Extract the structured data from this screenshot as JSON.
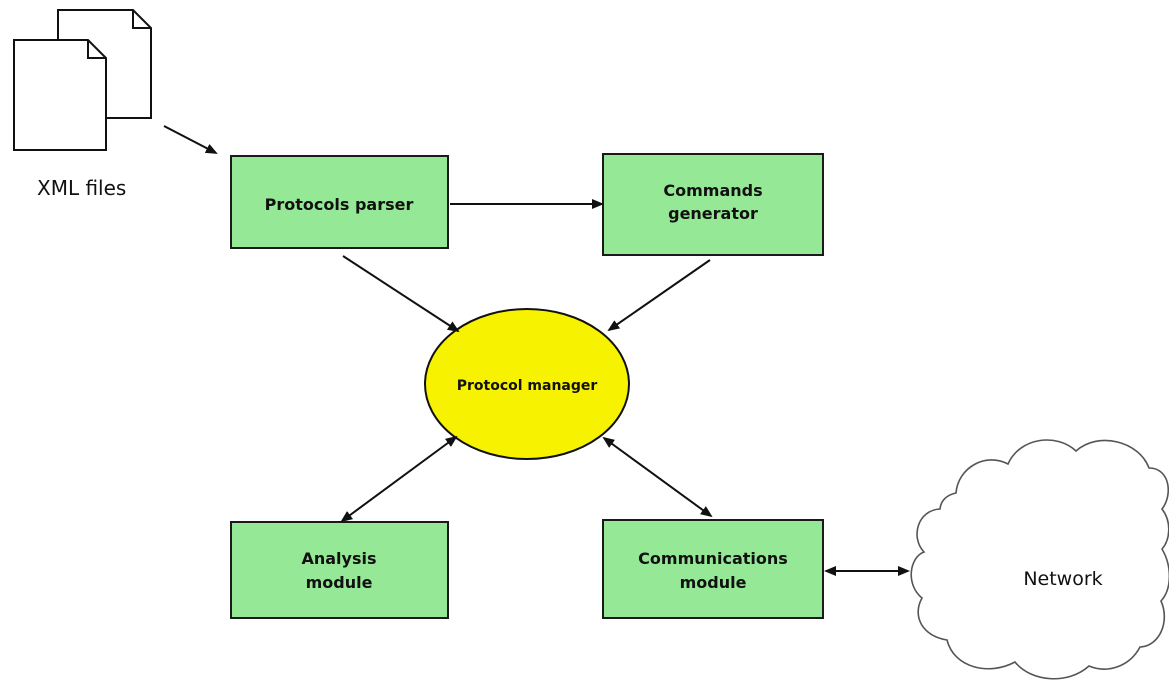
{
  "diagram": {
    "colors": {
      "box_fill": "#95e895",
      "box_stroke": "#1a1a1a",
      "ellipse_fill": "#f7f200",
      "ellipse_stroke": "#111111",
      "line": "#111111",
      "document_fill": "#ffffff",
      "cloud_fill": "#ffffff",
      "cloud_stroke": "#555555"
    },
    "xml_files": {
      "icon": "document-stack-icon",
      "label": "XML files"
    },
    "protocols_parser": {
      "label": "Protocols parser"
    },
    "commands_generator": {
      "line1": "Commands",
      "line2": "generator"
    },
    "protocol_manager": {
      "label": "Protocol manager"
    },
    "analysis_module": {
      "line1": "Analysis",
      "line2": "module"
    },
    "communications_module": {
      "line1": "Communications",
      "line2": "module"
    },
    "network": {
      "icon": "cloud-icon",
      "label": "Network"
    }
  }
}
